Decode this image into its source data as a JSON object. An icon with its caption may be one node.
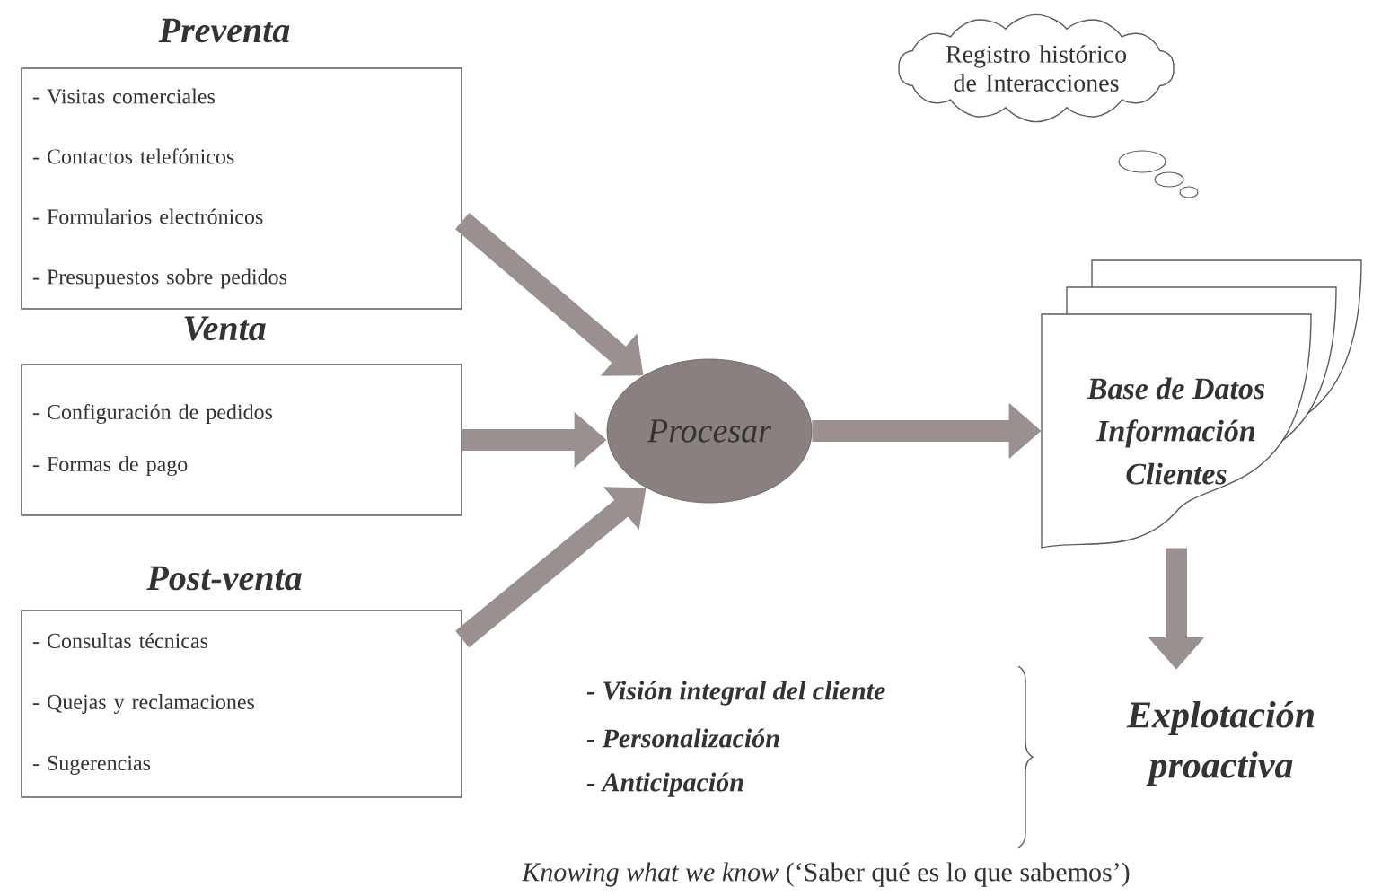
{
  "diagram": {
    "caption": "*Knowing what we know* (‘Saber qué es lo que sabemos’)",
    "nodes": [
      {
        "text": [
          "Preventa",
          "- Visitas comerciales",
          "- Contactos telefónicos",
          "- Formularios electrónicos",
          "- Presupuestos sobre pedidos"
        ]
      },
      {
        "text": [
          "Venta",
          "- Configuración de pedidos",
          "- Formas de pago"
        ]
      },
      {
        "text": [
          "Post-venta",
          "- Consultas técnicas",
          "- Quejas y reclamaciones",
          "- Sugerencias"
        ]
      },
      {
        "text": [
          "Procesar"
        ]
      },
      {
        "text": [
          "Base de Datos",
          "Información Clientes"
        ]
      },
      {
        "text": [
          "Registro histórico de Interacciones"
        ]
      },
      {
        "text": [
          "Explotación proactiva"
        ]
      }
    ],
    "edges": [
      {
        "from": 0,
        "to": 3,
        "arrow": "to"
      },
      {
        "from": 1,
        "to": 3,
        "arrow": "to"
      },
      {
        "from": 2,
        "to": 3,
        "arrow": "to"
      },
      {
        "from": 3,
        "to": 4,
        "arrow": "to"
      },
      {
        "from": 4,
        "to": 6,
        "arrow": "to"
      }
    ],
    "labels": [
      "- Visión integral del cliente",
      "- Personalización",
      "- Anticipación"
    ]
  }
}
